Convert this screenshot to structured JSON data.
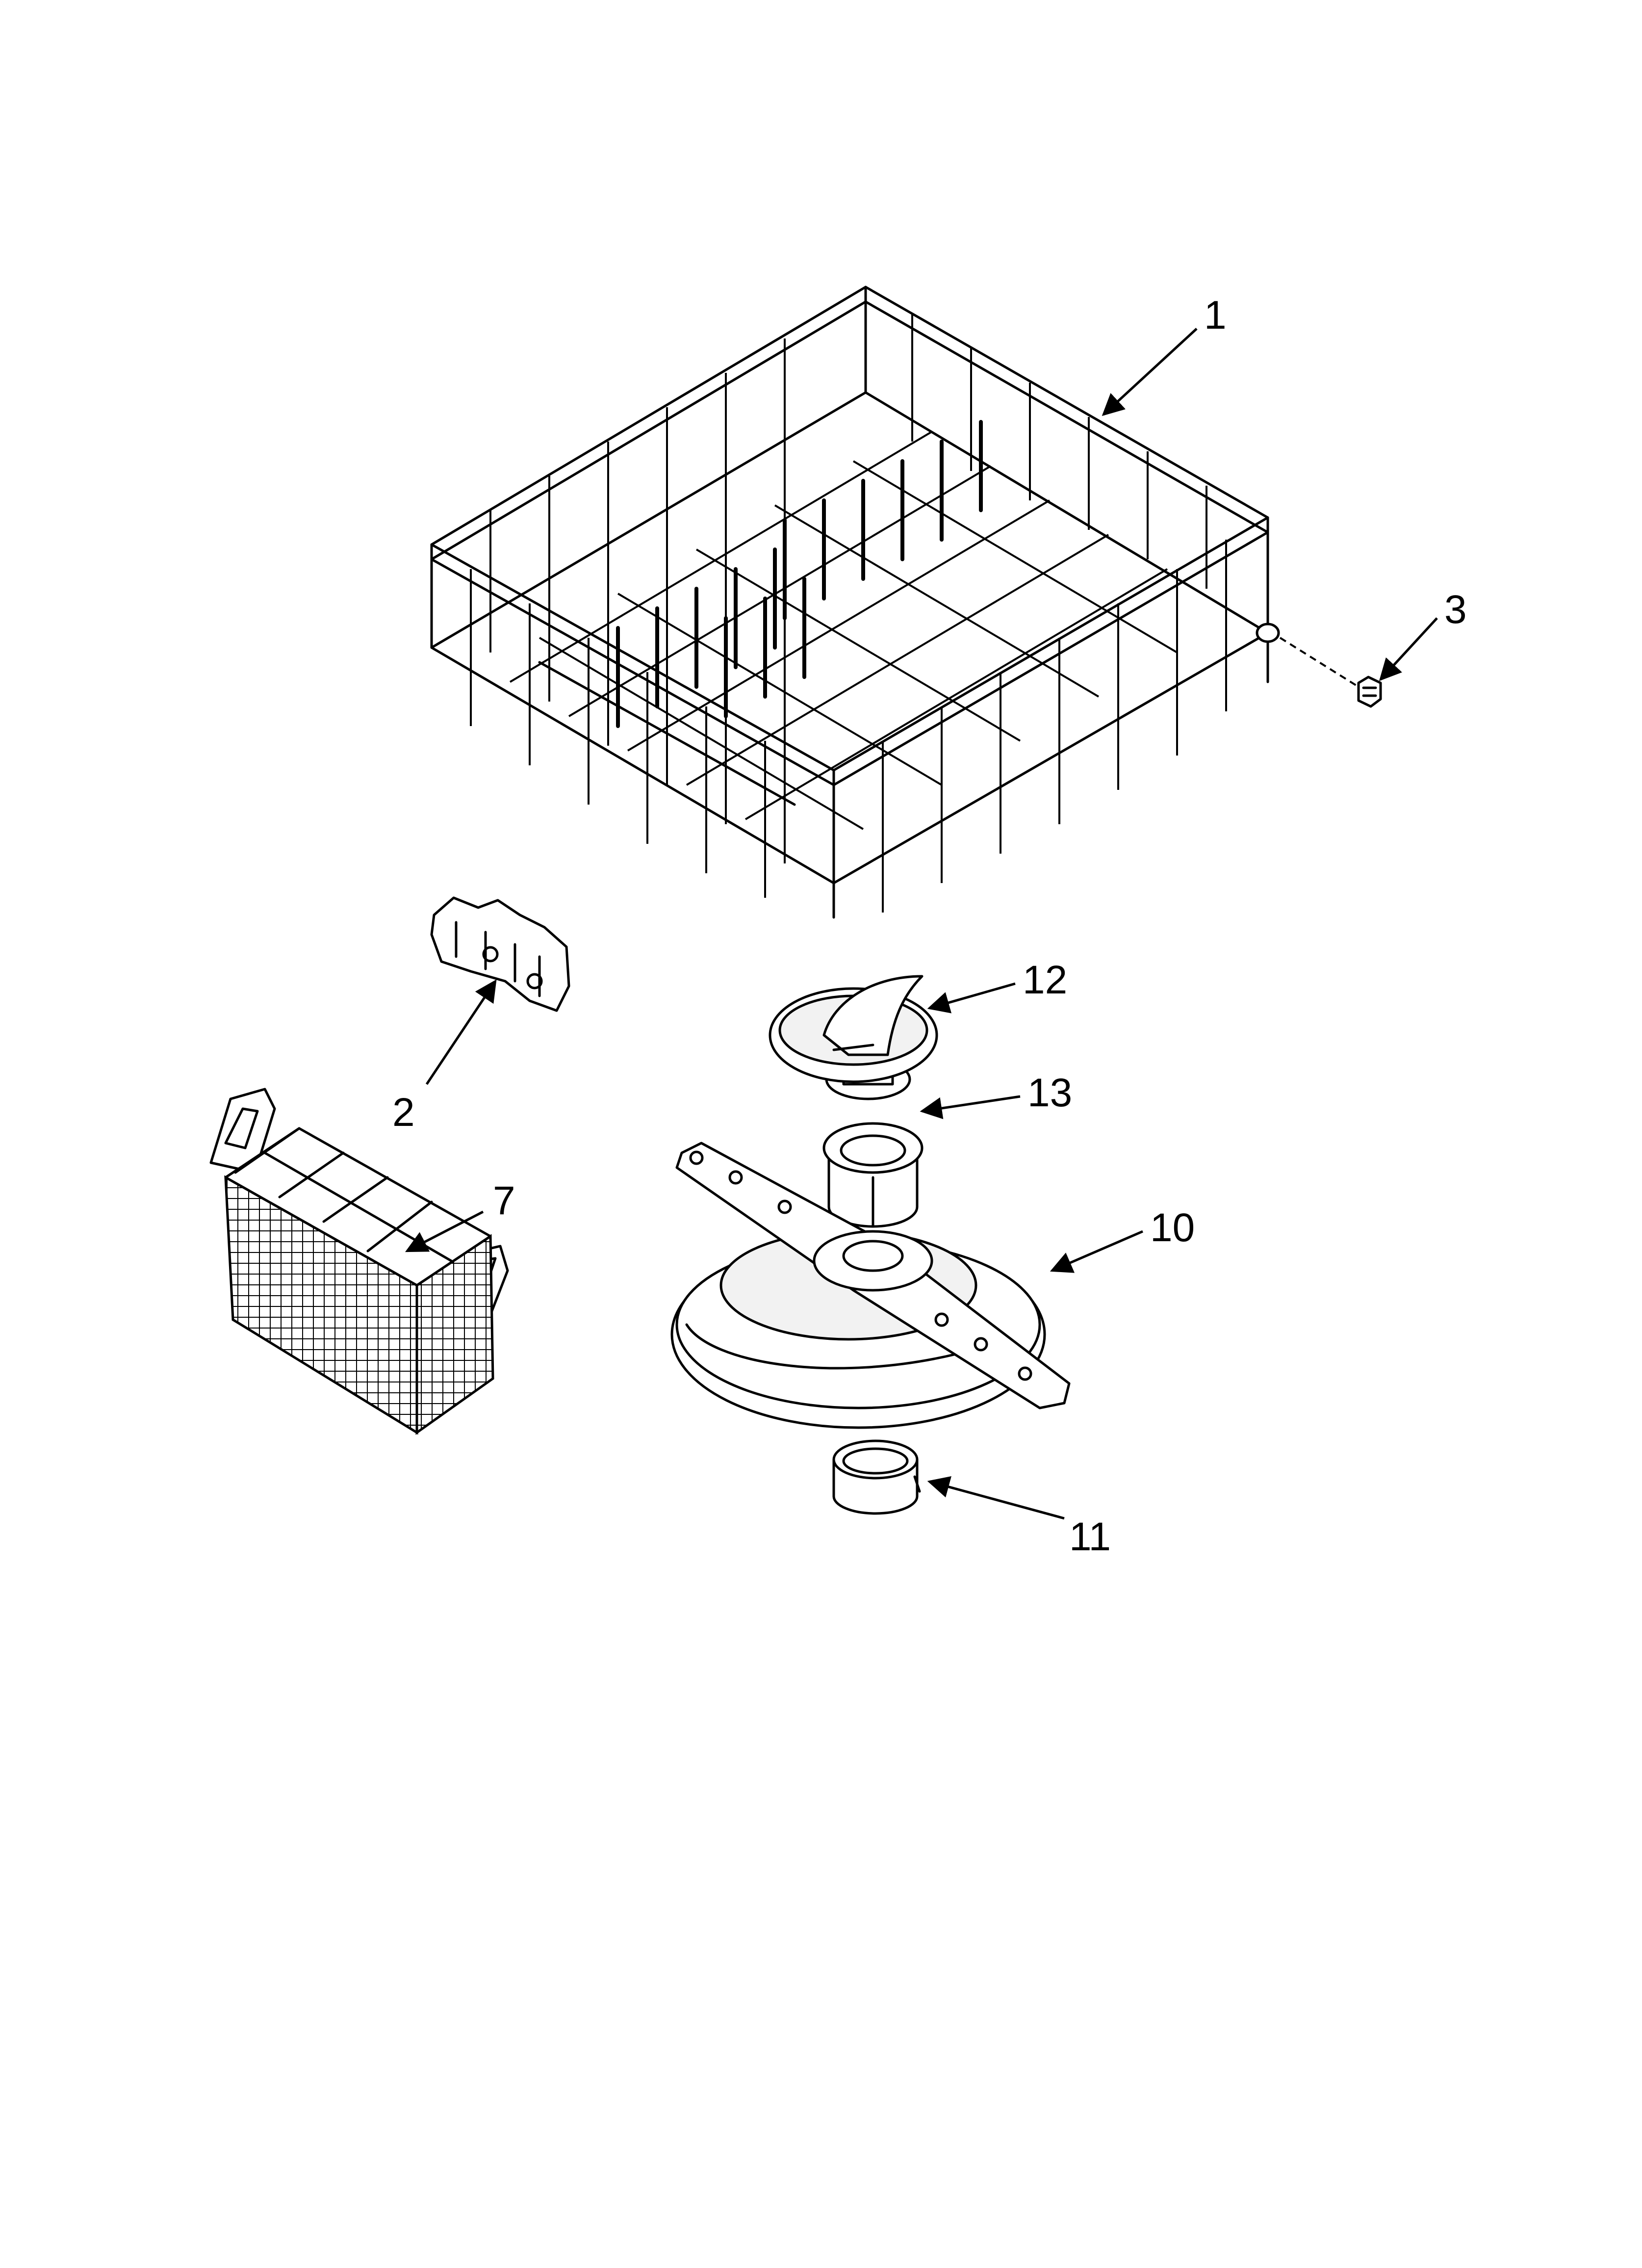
{
  "callouts": {
    "part_1": "1",
    "part_2": "2",
    "part_3": "3",
    "part_7": "7",
    "part_10": "10",
    "part_11": "11",
    "part_12": "12",
    "part_13": "13"
  },
  "colors": {
    "line": "#000000",
    "background": "#ffffff"
  }
}
